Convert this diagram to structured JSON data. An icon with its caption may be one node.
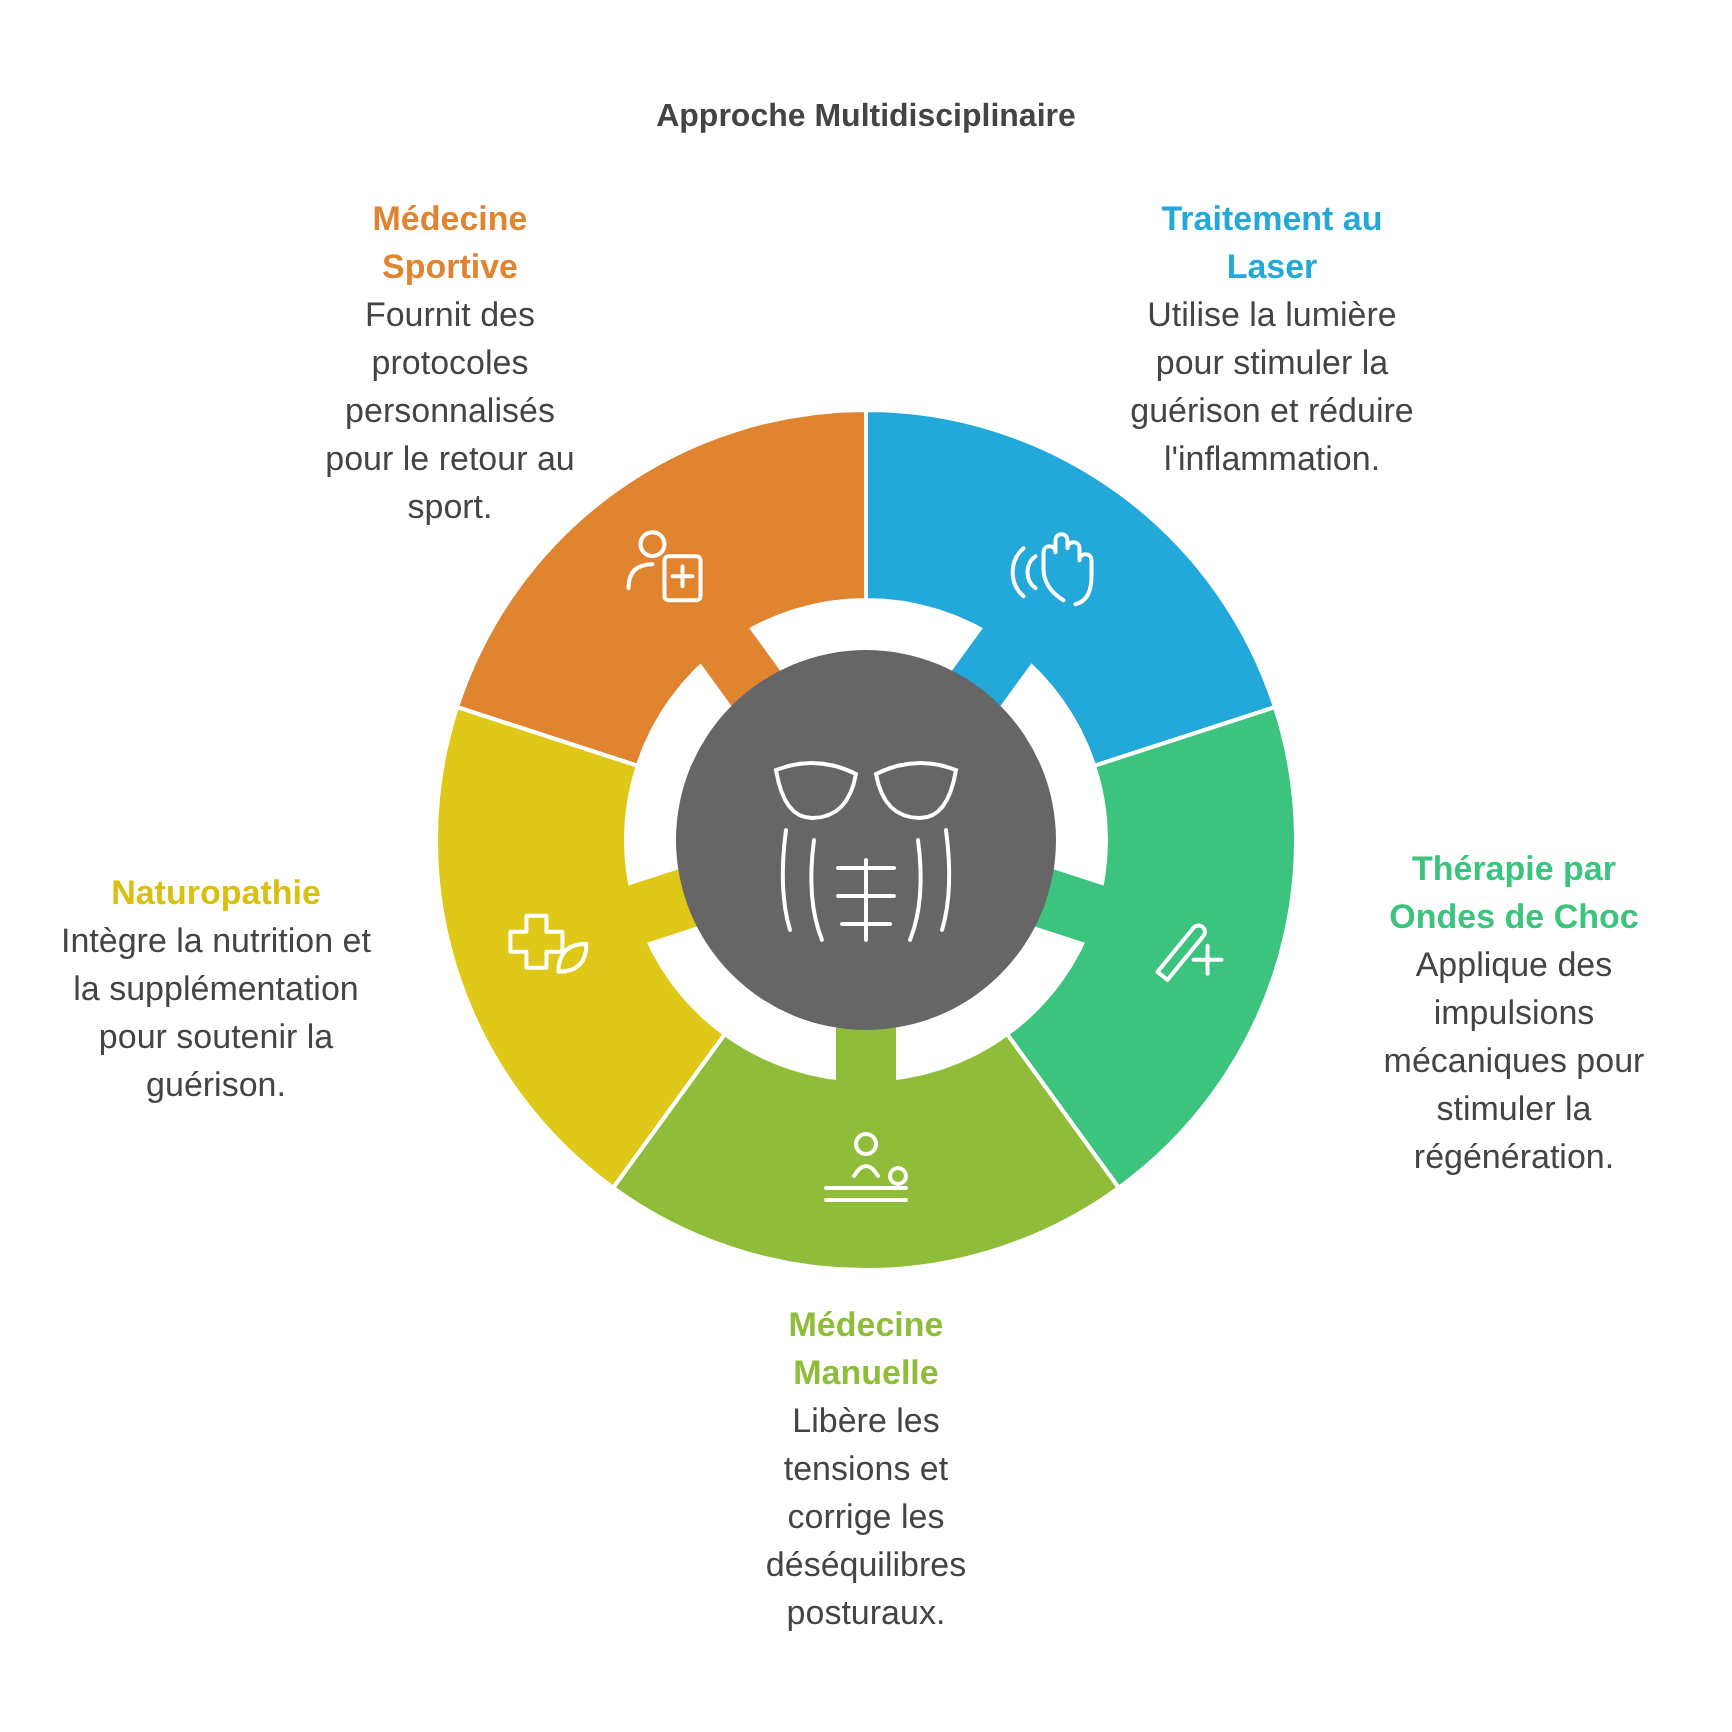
{
  "diagram": {
    "title": "Approche Multidisciplinaire",
    "nodes": [
      {
        "text": [],
        "shape": "circle"
      },
      {
        "text": [
          "Médecine Sportive",
          "Fournit des protocoles personnalisés pour le retour au sport."
        ]
      },
      {
        "text": [
          "Traitement au Laser",
          "Utilise la lumière pour stimuler la guérison et réduire l'inflammation."
        ]
      },
      {
        "text": [
          "Thérapie par Ondes de Choc",
          "Applique des impulsions mécaniques pour stimuler la régénération."
        ]
      },
      {
        "text": [
          "Naturopathie",
          "Intègre la nutrition et la supplémentation pour soutenir la guérison."
        ]
      },
      {
        "text": [
          "Médecine Manuelle",
          "Libère les tensions et corrige les déséquilibres posturaux."
        ]
      }
    ]
  }
}
